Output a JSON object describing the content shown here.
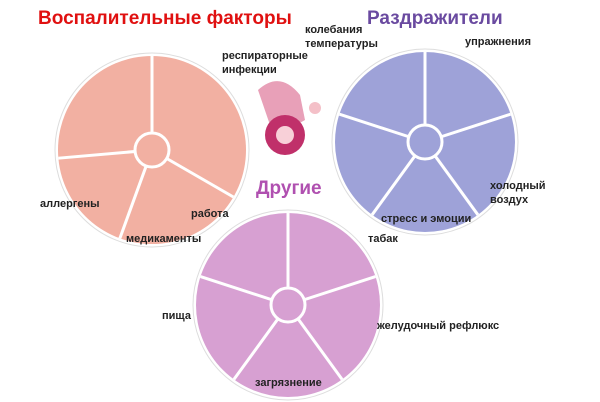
{
  "colors": {
    "inflammatory": "#f2b0a2",
    "irritants": "#9ea2d8",
    "other": "#d7a0d2",
    "title_red": "#e01010",
    "title_purple": "#6a4aa0",
    "title_other": "#b050b0"
  },
  "wheels": [
    {
      "title": "Воспалительные факторы",
      "labels": [
        "респираторные",
        "инфекции",
        "аллергены",
        "работа"
      ]
    },
    {
      "title": "Раздражители",
      "labels": [
        "колебания",
        "температуры",
        "упражнения",
        "холодный",
        "воздух",
        "стресс и эмоции"
      ]
    },
    {
      "title": "Другие",
      "labels": [
        "медикаменты",
        "табак",
        "пища",
        "желудочный рефлюкс",
        "загрязнение"
      ]
    }
  ]
}
